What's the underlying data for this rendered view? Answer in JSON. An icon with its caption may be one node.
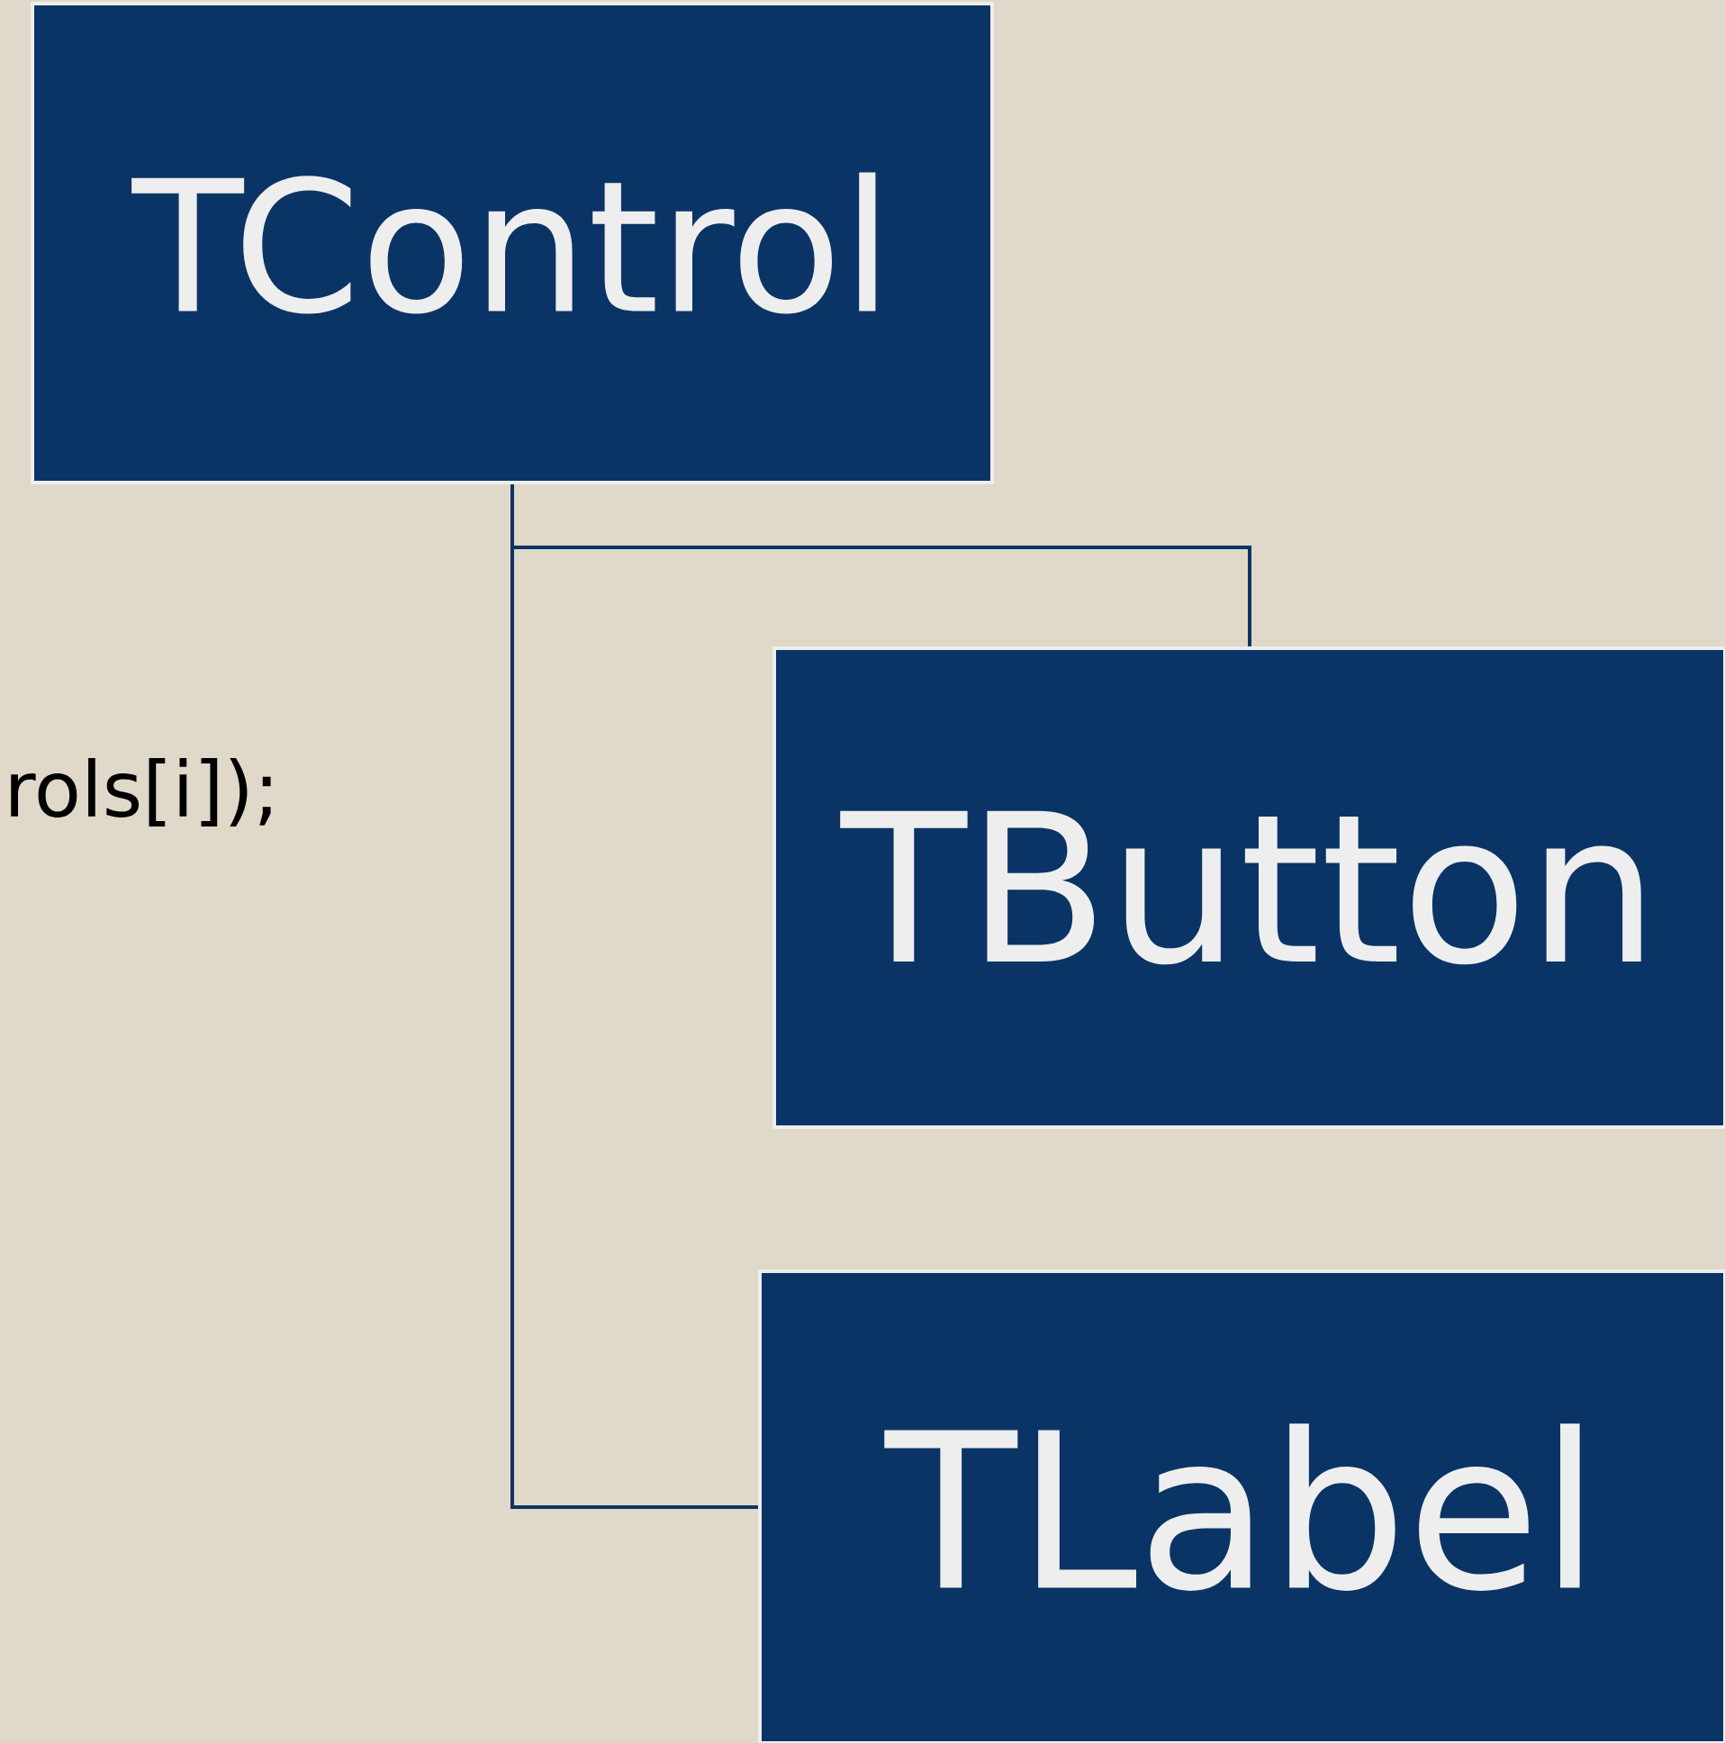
{
  "diagram": {
    "nodes": [
      {
        "text": [
          "TControl"
        ]
      },
      {
        "text": [
          "TButton"
        ]
      },
      {
        "text": [
          "TLabel"
        ]
      }
    ],
    "edges": [
      {
        "from": 0,
        "to": 1,
        "arrow": "none"
      },
      {
        "from": 0,
        "to": 2,
        "arrow": "none"
      }
    ],
    "labels": [
      "rols[i]);"
    ]
  }
}
